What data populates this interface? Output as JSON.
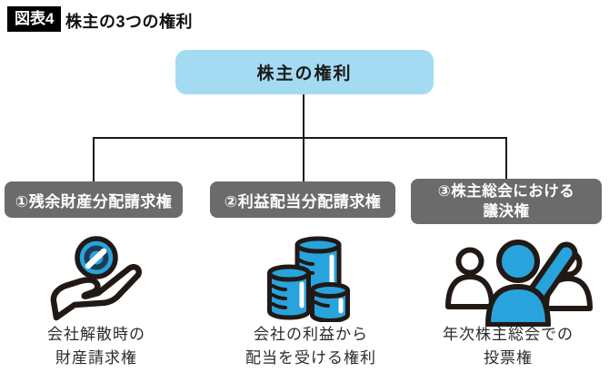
{
  "header": {
    "badge": "図表4",
    "title": "株主の3つの権利"
  },
  "diagram": {
    "root": {
      "label": "株主の権利"
    },
    "colors": {
      "root_fill": "#A5DBF2",
      "branch_fill": "#6B6B6B",
      "branch_text": "#FFFFFF",
      "line": "#1A1A1A",
      "icon_blue": "#29A3DC",
      "icon_outline": "#211915",
      "coin_detail": "#1C3C55",
      "text": "#2B2B2B",
      "badge_bg": "#000000",
      "badge_text": "#FFFFFF"
    },
    "branches": [
      {
        "label": "①残余財産分配請求権",
        "icon": "coin-in-hand-icon",
        "caption_line1": "会社解散時の",
        "caption_line2": "財産請求権"
      },
      {
        "label": "②利益配当分配請求権",
        "icon": "coin-stacks-icon",
        "caption_line1": "会社の利益から",
        "caption_line2": "配当を受ける権利"
      },
      {
        "label_line1": "③株主総会における",
        "label_line2": "議決権",
        "icon": "voting-people-icon",
        "caption_line1": "年次株主総会での",
        "caption_line2": "投票権"
      }
    ]
  }
}
